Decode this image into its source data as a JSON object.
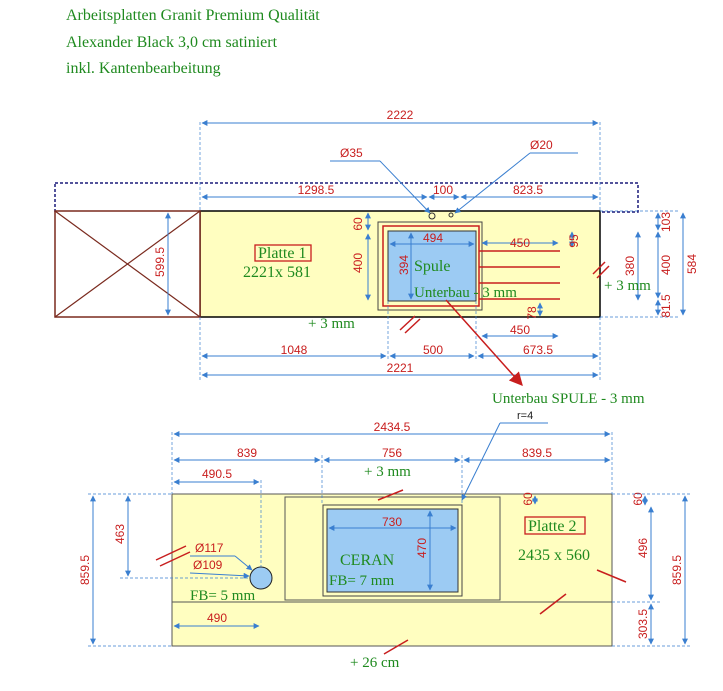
{
  "header": {
    "line1": "Arbeitsplatten Granit Premium Qualität",
    "line2": "Alexander Black 3,0 cm satiniert",
    "line3": "inkl. Kantenbearbeitung"
  },
  "plate1": {
    "label": "Platte 1",
    "size": "2221x 581",
    "sink_label": "Spule",
    "underbau": "Unterbau - 3 mm",
    "underbau_note": "Unterbau SPULE - 3 mm",
    "plus_bottom": "+ 3 mm",
    "plus_right": "+ 3 mm",
    "dims": {
      "top_total": "2222",
      "dia1": "Ø35",
      "dia2": "Ø20",
      "seg_left": "1298.5",
      "seg_mid": "100",
      "seg_right": "823.5",
      "left_h": "599.5",
      "sink_top_gap": "60",
      "sink_outer_h": "400",
      "sink_inner_w": "494",
      "sink_inner_h": "394",
      "right_w": "450",
      "small_95": "95",
      "h380": "380",
      "h400": "400",
      "h103": "103",
      "h584": "584",
      "h81_5": "81.5",
      "small_78": "78",
      "bottom_450": "450",
      "b1048": "1048",
      "b500": "500",
      "b673_5": "673.5",
      "bottom_total": "2221"
    }
  },
  "plate2": {
    "label": "Platte 2",
    "size": "2435 x 560",
    "r_note": "r=4",
    "plus_top": "+ 3 mm",
    "ceran": "CERAN",
    "fb7": "FB= 7 mm",
    "fb5": "FB= 5 mm",
    "plus_bottom": "+ 26 cm",
    "dims": {
      "top_total": "2434.5",
      "d839": "839",
      "d756": "756",
      "d839_5": "839.5",
      "d490_5": "490.5",
      "h463": "463",
      "left_h": "859.5",
      "dia117": "Ø117",
      "dia109": "Ø109",
      "d490": "490",
      "ceran_w": "730",
      "ceran_h": "470",
      "h60a": "60",
      "h60b": "60",
      "h496": "496",
      "h303_5": "303.5",
      "right_h": "859.5"
    }
  },
  "colors": {
    "plate": "#fffec0",
    "glass": "#9ccbf3",
    "dim_text": "#c81e1e",
    "label_green": "#1f8a1f",
    "dim_line": "#3a7fd0",
    "outline": "#000000",
    "box": "#7a2a1e",
    "navy": "#1a1a7a"
  }
}
